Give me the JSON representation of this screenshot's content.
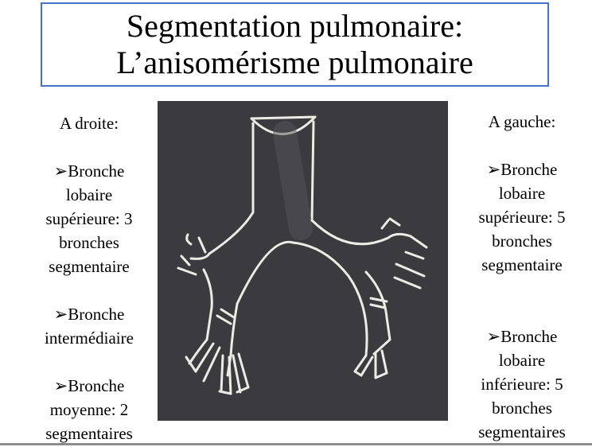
{
  "title": {
    "line1": "Segmentation pulmonaire:",
    "line2": "L’anisomérisme pulmonaire"
  },
  "left": {
    "heading": "A droite:",
    "bullet_glyph": "➢",
    "items": [
      {
        "lines": [
          "Bronche",
          "lobaire",
          "supérieure: 3",
          "bronches",
          "segmentaire"
        ]
      },
      {
        "lines": [
          "Bronche",
          "intermédiaire"
        ]
      },
      {
        "lines": [
          "Bronche",
          "moyenne: 2",
          "segmentaires"
        ]
      }
    ]
  },
  "right": {
    "heading": "A gauche:",
    "bullet_glyph": "➢",
    "items": [
      {
        "lines": [
          "Bronche",
          "lobaire",
          "supérieure: 5",
          "bronches",
          "segmentaire"
        ]
      },
      {
        "lines": [
          "Bronche",
          "lobaire",
          "inférieure: 5",
          "bronches",
          "segmentaires"
        ]
      }
    ]
  },
  "colors": {
    "title_border": "#4472c4",
    "board": "#3b3b3f",
    "chalk": "#ecebe4"
  }
}
